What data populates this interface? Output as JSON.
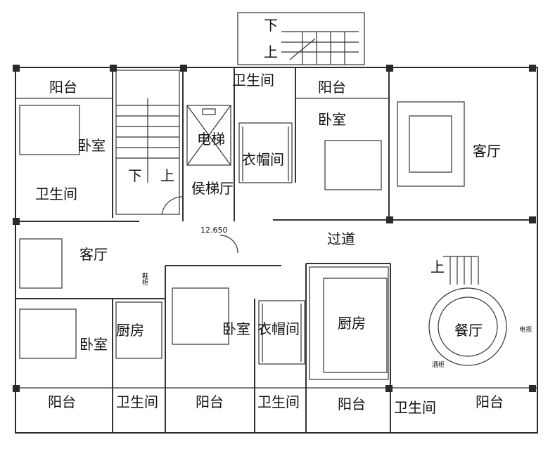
{
  "rooms": {
    "balcony_top_left": "阳台",
    "bedroom_top_left": "卧室",
    "bath_left": "卫生间",
    "stair_down_left": "下",
    "stair_up_left": "上",
    "elevator": "电梯",
    "elevator_lobby": "侯梯厅",
    "bath_top": "卫生间",
    "cloakroom_top": "衣帽间",
    "balcony_top_mid": "阳台",
    "bedroom_top_mid": "卧室",
    "living_right": "客厅",
    "stair_ext_down": "下",
    "stair_ext_up": "上",
    "living_left": "客厅",
    "corridor": "过道",
    "elevation": "12.650",
    "bedroom_low_left": "卧室",
    "kitchen_small": "厨房",
    "bedroom_low_mid": "卧室",
    "cloakroom_low": "衣帽间",
    "kitchen_big": "厨房",
    "dining": "餐厅",
    "stair_up_right": "上",
    "balcony_b1": "阳台",
    "bath_b1": "卫生间",
    "balcony_b2": "阳台",
    "bath_b2": "卫生间",
    "balcony_b3": "阳台",
    "bath_b3": "卫生间",
    "balcony_b4": "阳台",
    "wine_cabinet": "酒柜",
    "tv": "电视",
    "shoe_cabinet": "鞋柜"
  },
  "colors": {
    "wall": "#2a2a2a",
    "line": "#555555",
    "furniture": "#777777"
  }
}
